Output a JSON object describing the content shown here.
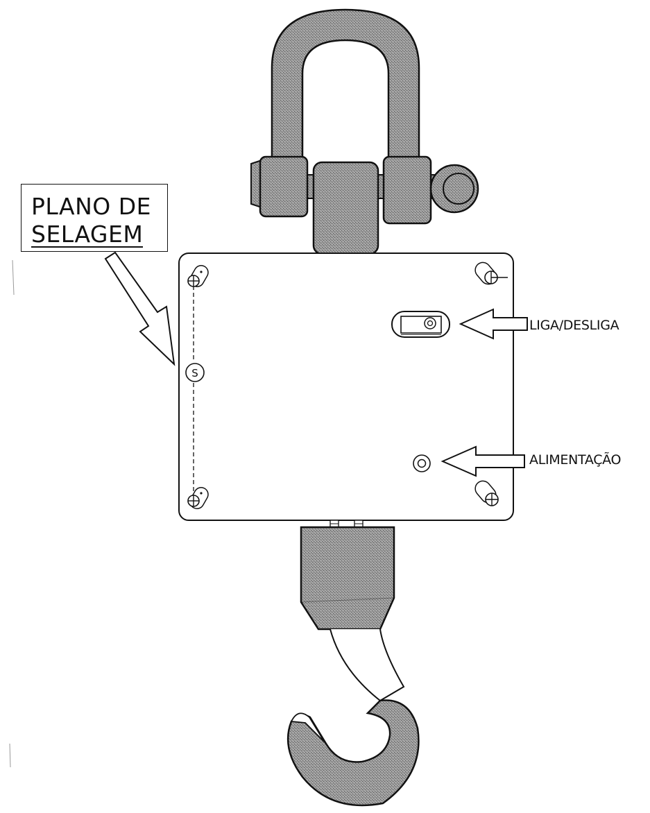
{
  "callout": {
    "line1": "PLANO DE",
    "line2": "SELAGEM"
  },
  "labels": {
    "power_switch": "LIGA/DESLIGA",
    "power_input": "ALIMENTAÇÃO"
  },
  "seal_symbol": "S",
  "colors": {
    "ink": "#111111",
    "metal_fill": "#8f8f8f",
    "paper": "#ffffff"
  }
}
